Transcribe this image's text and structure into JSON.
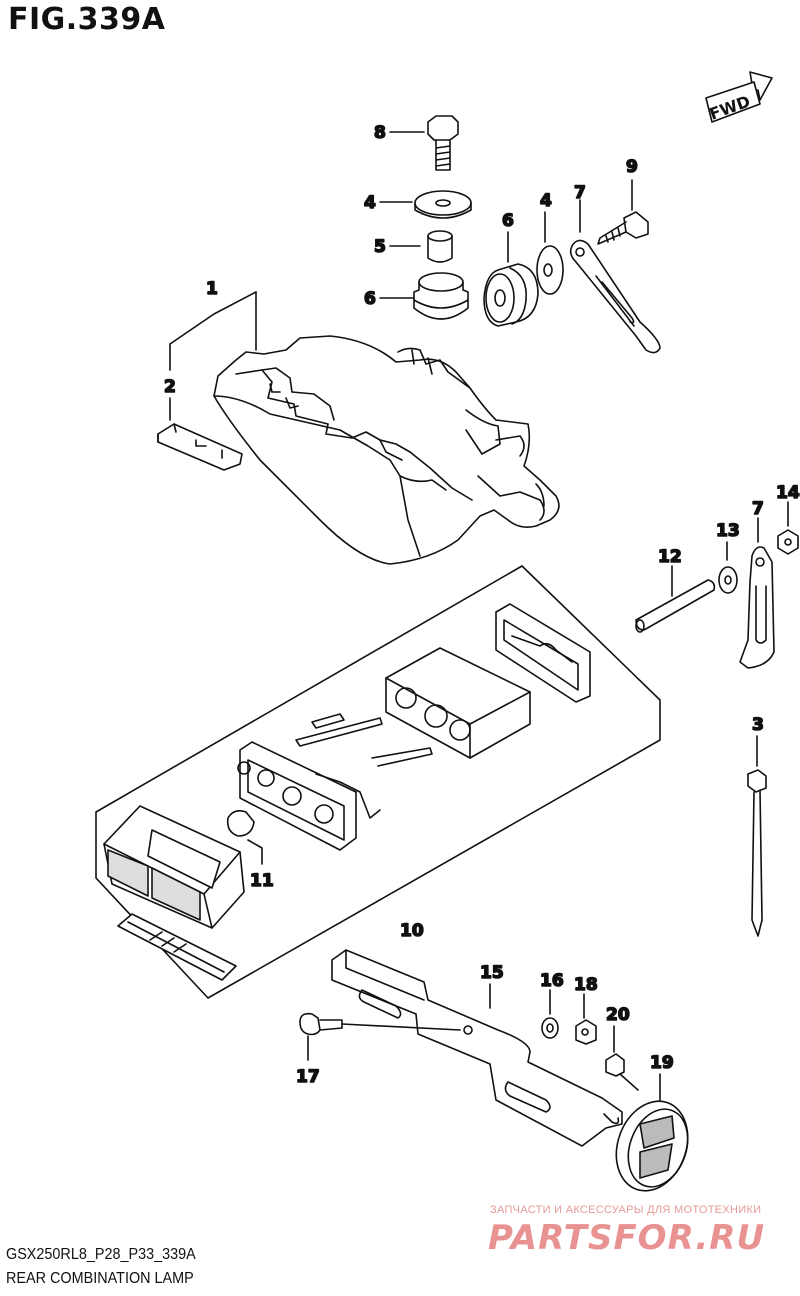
{
  "figure_title": "FIG.339A",
  "fwd_label": "FWD",
  "callouts": [
    "1",
    "2",
    "3",
    "4",
    "4",
    "5",
    "6",
    "6",
    "7",
    "7",
    "8",
    "9",
    "10",
    "11",
    "12",
    "13",
    "14",
    "15",
    "16",
    "17",
    "18",
    "19",
    "20"
  ],
  "footer": {
    "code": "GSX250RL8_P28_P33_339A",
    "name": "REAR COMBINATION LAMP"
  },
  "watermark": {
    "tagline": "ЗАПЧАСТИ И АКСЕССУАРЫ ДЛЯ МОТОТЕХНИКИ",
    "logo": "PARTSFOR.RU"
  }
}
